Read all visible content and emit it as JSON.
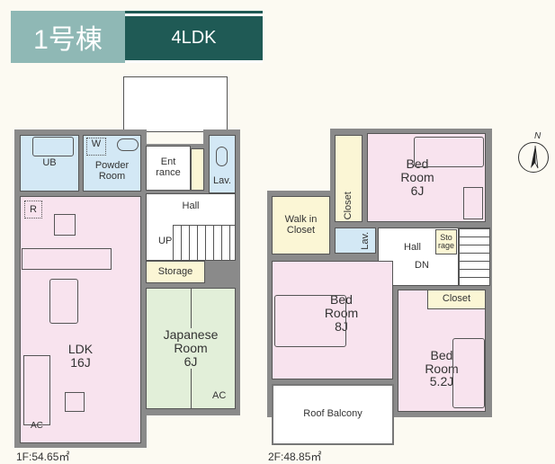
{
  "header": {
    "building": "1号棟",
    "layout_type": "4LDK"
  },
  "colors": {
    "header_light": "#8fb8b5",
    "header_dark": "#1f5a55",
    "bedroom": "#f8e3ee",
    "wet_area": "#d3e8f5",
    "storage": "#fbf6d5",
    "tatami": "#e2efd9"
  },
  "floor1": {
    "area_label": "1F:54.65㎡",
    "rooms": {
      "ub": "UB",
      "powder_marker": "W",
      "powder": "Powder Room",
      "entrance": "Ent rance",
      "lav": "Lav.",
      "hall": "Hall",
      "up": "UP",
      "storage": "Storage",
      "japanese": "Japanese Room",
      "japanese_size": "6J",
      "japanese_ac": "AC",
      "ldk": "LDK",
      "ldk_size": "16J",
      "ldk_ac": "AC",
      "fridge_marker": "R"
    }
  },
  "floor2": {
    "area_label": "2F:48.85㎡",
    "rooms": {
      "bed1": "Bed Room",
      "bed1_size": "6J",
      "closet_v": "Closet",
      "walk_in": "Walk in Closet",
      "lav": "Lav.",
      "hall": "Hall",
      "dn": "DN",
      "storage": "Sto rage",
      "bed2": "Bed Room",
      "bed2_size": "8J",
      "closet": "Closet",
      "bed3": "Bed Room",
      "bed3_size": "5.2J",
      "balcony": "Roof Balcony"
    }
  },
  "compass": {
    "label": "N"
  }
}
